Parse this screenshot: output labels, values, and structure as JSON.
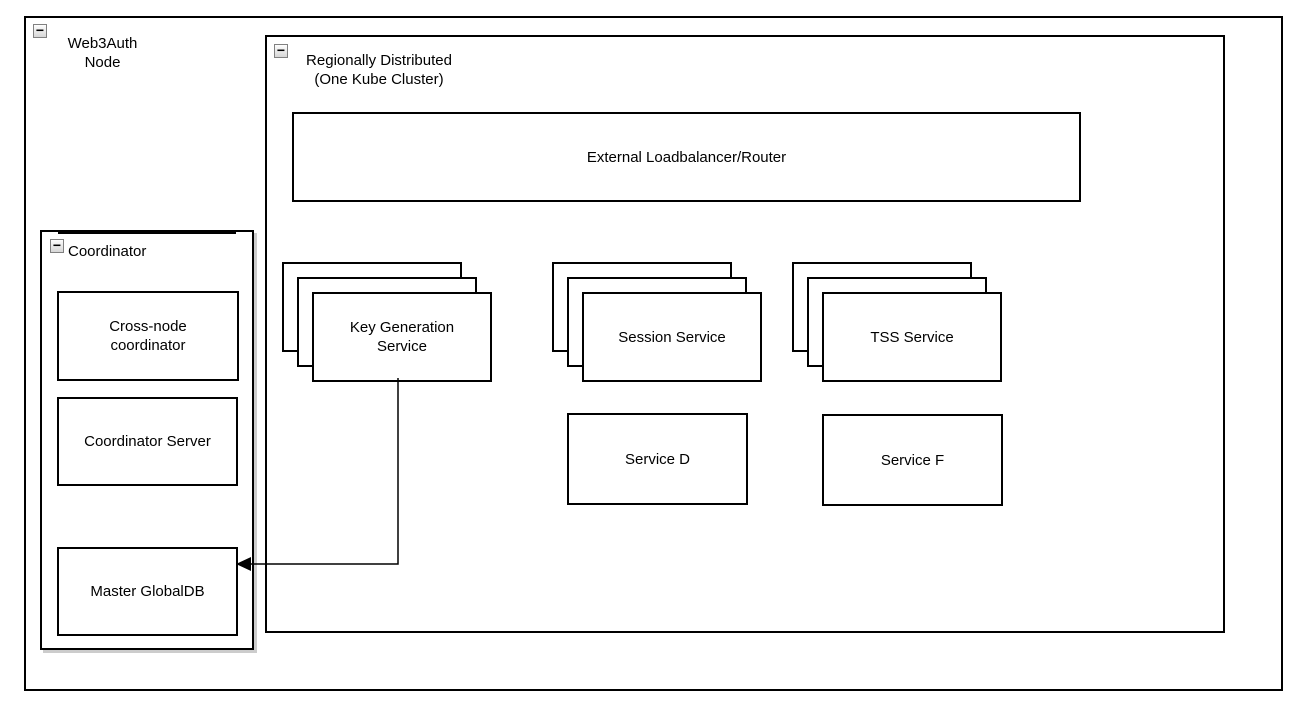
{
  "canvas": {
    "background": "#ffffff",
    "stroke": "#000000",
    "text_color": "#000000",
    "shadow_color": "#cccccc"
  },
  "web3auth_node": {
    "label": "Web3Auth\nNode"
  },
  "region": {
    "label": "Regionally Distributed\n(One Kube Cluster)"
  },
  "loadbalancer": {
    "label": "External Loadbalancer/Router"
  },
  "stacks": [
    {
      "label": "Key Generation\nService"
    },
    {
      "label": "Session Service"
    },
    {
      "label": "TSS Service"
    }
  ],
  "services": [
    {
      "label": "Service D"
    },
    {
      "label": "Service F"
    }
  ],
  "coordinator": {
    "label": "Coordinator",
    "children": [
      {
        "label": "Cross-node\ncoordinator"
      },
      {
        "label": "Coordinator Server"
      },
      {
        "label": "Master GlobalDB"
      }
    ]
  },
  "icons": {
    "collapse_glyph": "−",
    "collapse_meaning": "minus / collapse group"
  },
  "connector": {
    "from": "Key Generation Service",
    "to": "Master GlobalDB",
    "arrow_direction": "left"
  }
}
